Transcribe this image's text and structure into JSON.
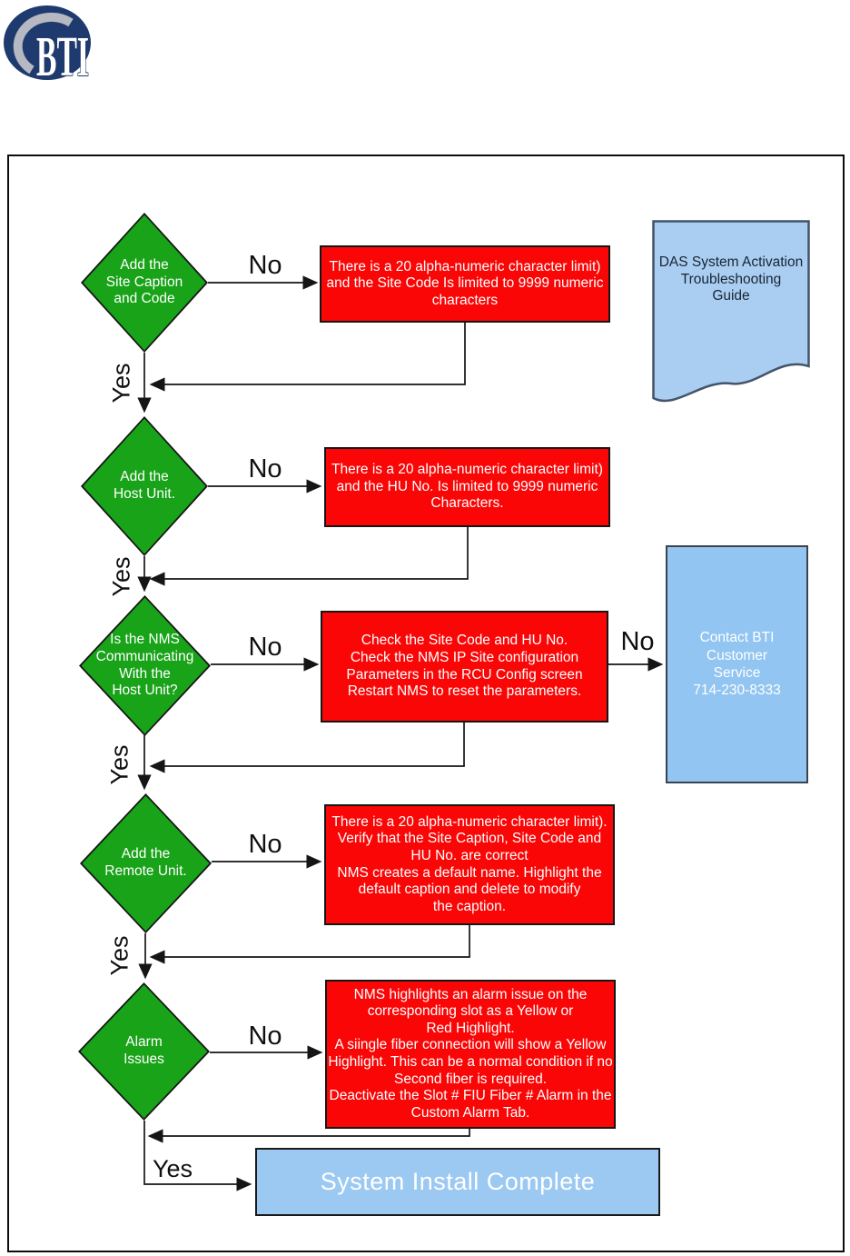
{
  "logo": {
    "text": "BTI"
  },
  "colors": {
    "decision_green": "#18a318",
    "action_red": "#fa0606",
    "terminal_blue": "#9cc9f2",
    "document_blue": "#a9cef2",
    "contact_blue": "#92c5f1",
    "logo_navy": "#1e3a6e",
    "connector_black": "#151515"
  },
  "reference_doc": {
    "label": "DAS System Activation\nTroubleshooting\nGuide"
  },
  "contact": {
    "label": "Contact BTI\nCustomer\nService\n714-230-8333"
  },
  "flow": {
    "decisions": [
      {
        "label": "Add the\nSite Caption\nand Code",
        "no_label": "No",
        "yes_label": "Yes"
      },
      {
        "label": "Add the\nHost Unit.",
        "no_label": "No",
        "yes_label": "Yes"
      },
      {
        "label": "Is the NMS\nCommunicating\nWith the\nHost Unit?",
        "no_label": "No",
        "yes_label": "Yes",
        "escalation_no_label": "No"
      },
      {
        "label": "Add the\nRemote Unit.",
        "no_label": "No",
        "yes_label": "Yes"
      },
      {
        "label": "Alarm\nIssues",
        "no_label": "No",
        "yes_label": "Yes"
      }
    ],
    "actions": [
      {
        "text": "There is a 20 alpha-numeric character limit)\nand the Site Code Is limited to 9999 numeric\ncharacters"
      },
      {
        "text": "There is a 20 alpha-numeric character limit)\nand the HU No. Is limited to 9999 numeric\nCharacters."
      },
      {
        "text": "Check the Site Code and HU No.\nCheck the NMS IP Site configuration\nParameters in the RCU Config screen\nRestart NMS to reset the parameters."
      },
      {
        "text": "There is a 20 alpha-numeric character limit).\nVerify that the Site Caption, Site Code and\nHU No. are correct\nNMS creates a default name. Highlight the\ndefault caption and delete to modify\nthe caption."
      },
      {
        "text": "NMS highlights an alarm issue on the\ncorresponding slot as a Yellow or\nRed Highlight.\nA siingle fiber connection will show a Yellow\nHighlight. This can be a normal condition if no\nSecond fiber is required.\nDeactivate the Slot # FIU Fiber # Alarm in the\nCustom Alarm Tab."
      }
    ],
    "terminal": {
      "label": "System Install Complete"
    }
  }
}
